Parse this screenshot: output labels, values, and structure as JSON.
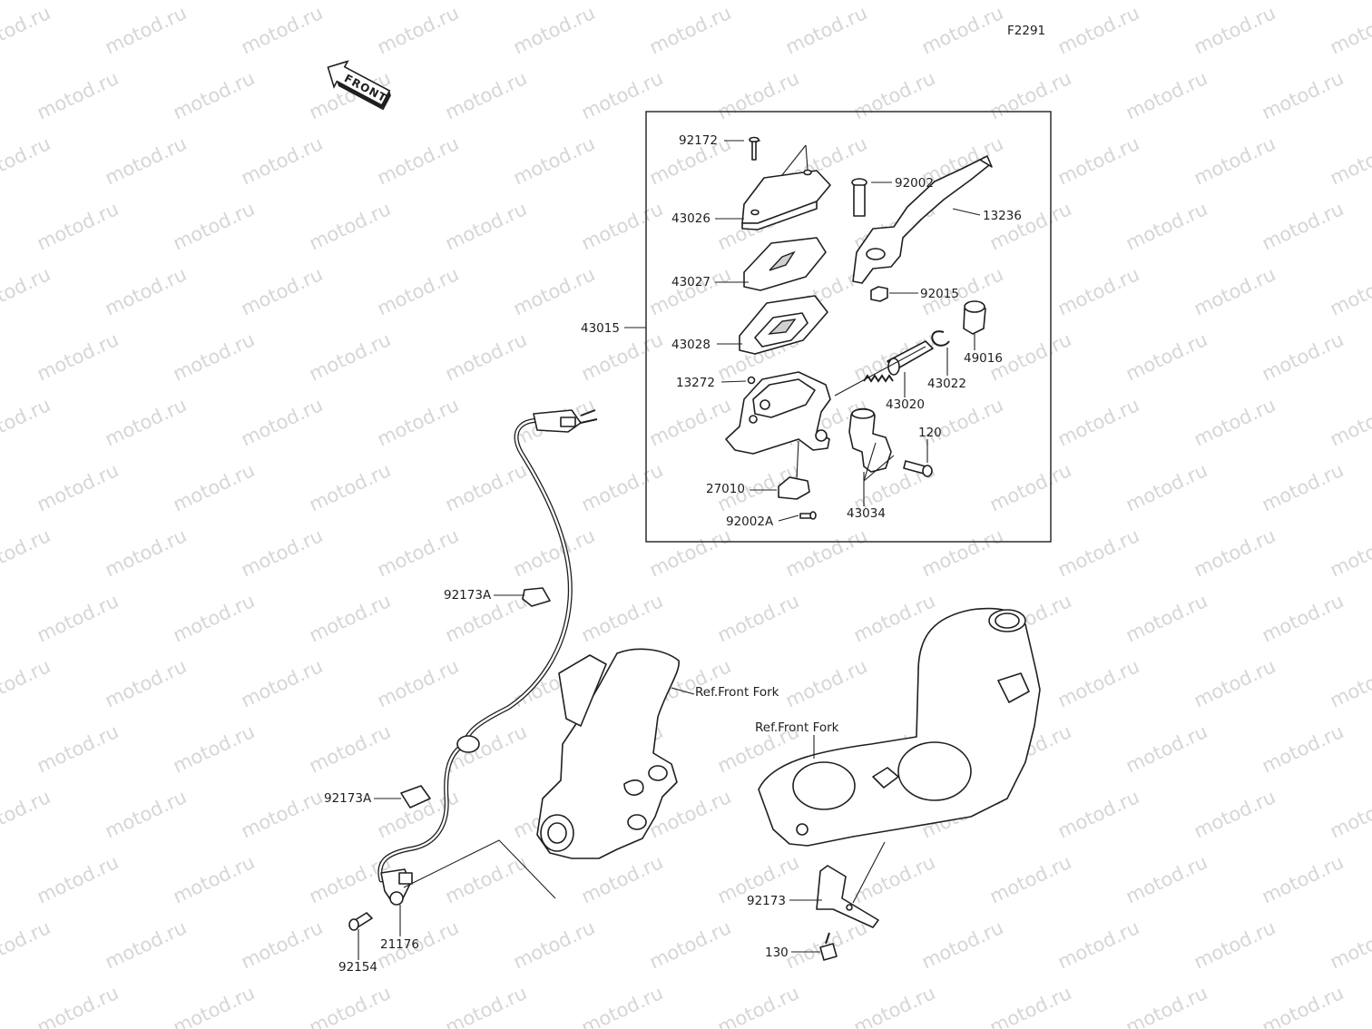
{
  "figure_code": "F2291",
  "front_arrow_label": "FRONT",
  "watermark_text": "motod.ru",
  "ref_labels": {
    "fork_upper": "Ref.Front Fork",
    "fork_lower": "Ref.Front Fork"
  },
  "parts": {
    "p92172": "92172",
    "p43026": "43026",
    "p92002": "92002",
    "p13236": "13236",
    "p43027": "43027",
    "p92015": "92015",
    "p43015": "43015",
    "p43028": "43028",
    "p49016": "49016",
    "p13272": "13272",
    "p43022": "43022",
    "p43020": "43020",
    "p120": "120",
    "p27010": "27010",
    "p43034": "43034",
    "p92002A": "92002A",
    "p92173A_upper": "92173A",
    "p92173A_lower": "92173A",
    "p92173": "92173",
    "p130": "130",
    "p21176": "21176",
    "p92154": "92154"
  }
}
